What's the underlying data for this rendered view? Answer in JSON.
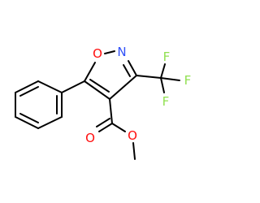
{
  "molecule": {
    "atoms": {
      "ring_o": {
        "symbol": "O",
        "color": "#ff0d0d"
      },
      "ring_n": {
        "symbol": "N",
        "color": "#3050f8"
      },
      "f_top": {
        "symbol": "F",
        "color": "#90e050"
      },
      "f_right": {
        "symbol": "F",
        "color": "#90e050"
      },
      "f_bottom": {
        "symbol": "F",
        "color": "#90e050"
      },
      "carbonyl_o": {
        "symbol": "O",
        "color": "#ff0d0d"
      },
      "ester_o": {
        "symbol": "O",
        "color": "#ff0d0d"
      }
    },
    "bond_color": "#000000"
  }
}
